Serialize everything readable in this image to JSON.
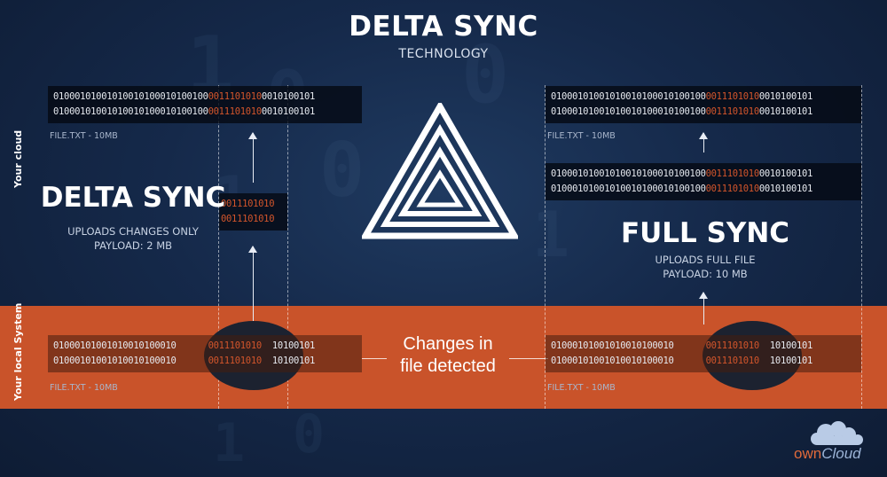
{
  "title": "DELTA SYNC",
  "subtitle": "TECHNOLOGY",
  "side_labels": {
    "cloud": "Your cloud",
    "local": "Your local System"
  },
  "binary": {
    "prefix": "01000101001010010100010100100",
    "changed": "0011101010",
    "suffix": "0010100101",
    "band_prefix": "01000101001010010100010",
    "band_suffix": "10100101"
  },
  "file_label": "FILE.TXT - 10MB",
  "delta": {
    "heading": "DELTA SYNC",
    "line1": "UPLOADS CHANGES ONLY",
    "line2": "PAYLOAD: 2 MB"
  },
  "full": {
    "heading": "FULL SYNC",
    "line1": "UPLOADS FULL FILE",
    "line2": "PAYLOAD: 10 MB"
  },
  "changes_text": {
    "line1": "Changes in",
    "line2": "file detected"
  },
  "logo": {
    "own": "own",
    "cloud": "Cloud"
  },
  "colors": {
    "accent": "#c9532a",
    "changed_bits": "#d2552b",
    "background": "#15294a"
  },
  "icons": [
    "penrose-triangle-icon",
    "owncloud-logo-icon",
    "arrow-up-icon"
  ]
}
